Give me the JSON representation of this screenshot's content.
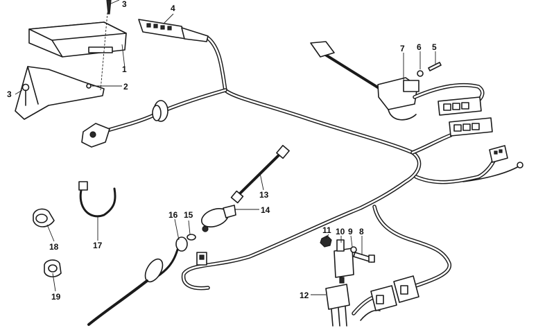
{
  "callouts": {
    "c1": "1",
    "c2": "2",
    "c3a": "3",
    "c3b": "3",
    "c4": "4",
    "c5": "5",
    "c6": "6",
    "c7": "7",
    "c8": "8",
    "c9": "9",
    "c10": "10",
    "c11": "11",
    "c12": "12",
    "c13": "13",
    "c14": "14",
    "c15": "15",
    "c16": "16",
    "c17": "17",
    "c18": "18",
    "c19": "19"
  },
  "colors": {
    "line": "#1a1a1a",
    "background": "#ffffff"
  }
}
